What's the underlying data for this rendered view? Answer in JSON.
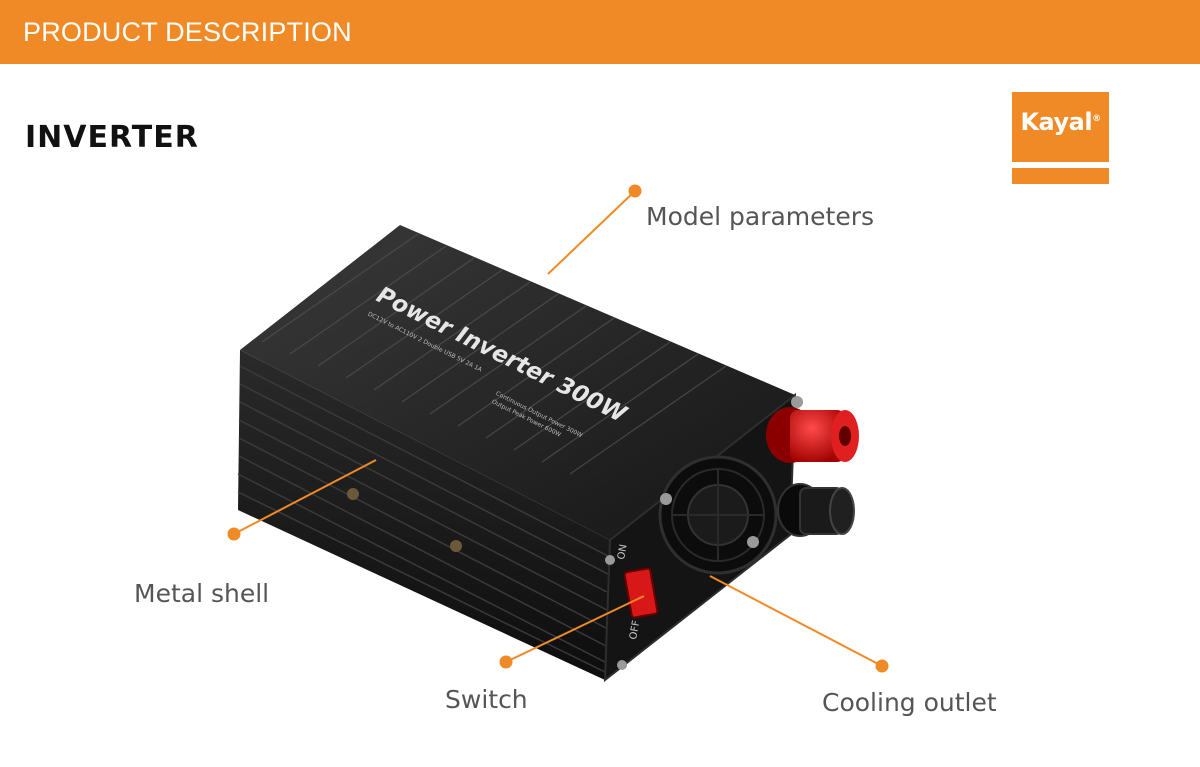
{
  "header": {
    "title": "PRODUCT DESCRIPTION"
  },
  "page": {
    "title": "INVERTER"
  },
  "brand": {
    "logo_text": "Kayal",
    "registered": "®",
    "color": "#ef8a26"
  },
  "product": {
    "label_main": "Power Inverter 300W",
    "label_specs": "DC12V to AC110V 2 Double USB 5V 2A 1A",
    "label_power": "Continuous Output Power 300W",
    "label_peak": "Output Peak Power 600W",
    "switch_on": "ON",
    "switch_off": "OFF"
  },
  "callouts": {
    "model_parameters": "Model parameters",
    "metal_shell": "Metal shell",
    "switch": "Switch",
    "cooling_outlet": "Cooling outlet"
  },
  "colors": {
    "accent": "#ef8a26",
    "callout_text": "#555555",
    "body": "#1a1a1a"
  }
}
